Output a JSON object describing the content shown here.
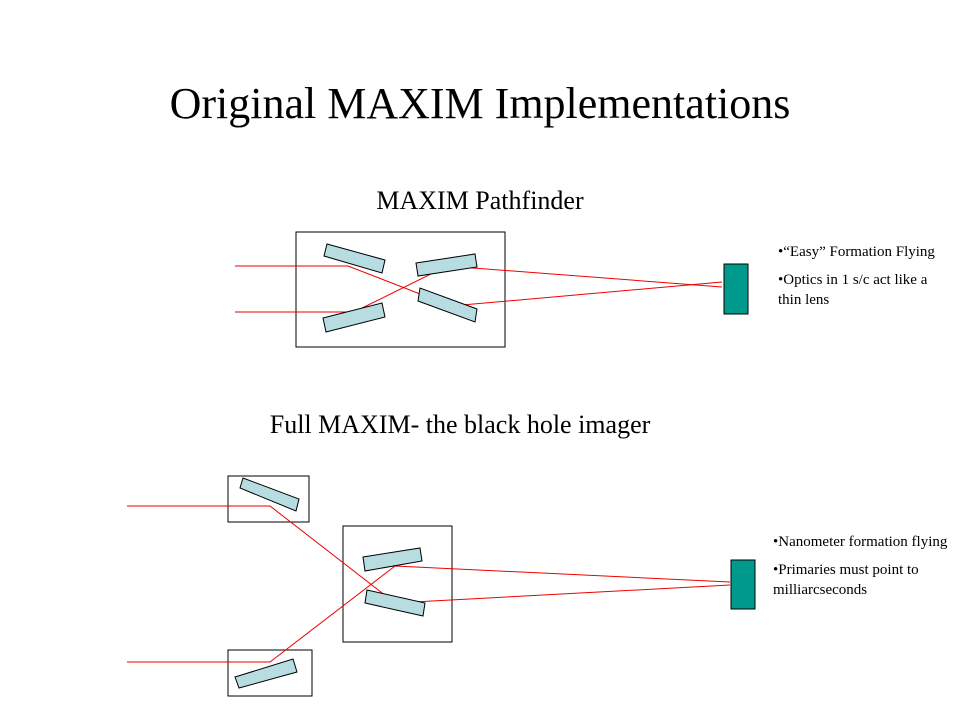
{
  "title": "Original MAXIM Implementations",
  "pathfinder": {
    "heading": "MAXIM Pathfinder",
    "bullets": [
      "•“Easy” Formation Flying",
      "•Optics in 1 s/c act like a thin lens"
    ]
  },
  "full": {
    "heading": "Full MAXIM- the black hole imager",
    "bullets": [
      "•Nanometer formation flying",
      "•Primaries must point to milliarcseconds"
    ]
  },
  "colors": {
    "ray": "#ee0000",
    "mirror_fill": "#b7dde3",
    "detector_fill": "#009a8c",
    "frame": "#000000"
  }
}
